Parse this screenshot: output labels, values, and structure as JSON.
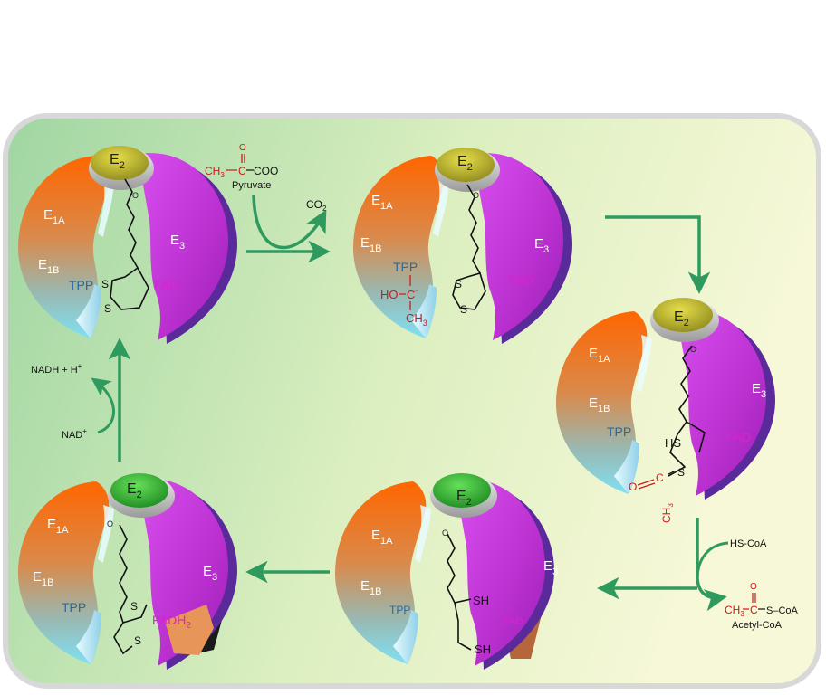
{
  "labels": {
    "e1a": "E",
    "e1a_sub": "1A",
    "e1b": "E",
    "e1b_sub": "1B",
    "e2": "E",
    "e2_sub": "2",
    "e3": "E",
    "e3_sub": "3",
    "tpp": "TPP",
    "fad": "FAD",
    "fadh2": "FADH",
    "fadh2_sub": "2",
    "sh": "SH",
    "hs": "HS",
    "s": "S",
    "o": "O"
  },
  "reactants": {
    "pyruvate_name": "Pyruvate",
    "pyruvate_ch3": "CH",
    "pyruvate_ch3_sub": "3",
    "pyruvate_c": "C",
    "pyruvate_coo": "COO",
    "pyruvate_charge": "-",
    "co2": "CO",
    "co2_sub": "2",
    "hs_coa": "HS-CoA",
    "acetyl_coa_name": "Acetyl-CoA",
    "acetyl_ch3": "CH",
    "acetyl_ch3_sub": "3",
    "acetyl_c": "C",
    "acetyl_scoa": "S–CoA",
    "nad": "NAD",
    "nad_charge": "+",
    "nadh": "NADH + H",
    "nadh_charge": "+",
    "hydroxyethyl_ho": "HO",
    "hydroxyethyl_c": "C",
    "hydroxyethyl_charge": "-",
    "hydroxyethyl_ch3": "CH",
    "hydroxyethyl_ch3_sub": "3",
    "acetyl_group_o": "O",
    "acetyl_group_c": "C",
    "acetyl_group_ch3": "CH",
    "acetyl_group_ch3_sub": "3"
  },
  "colors": {
    "e1_top": "#ff6a00",
    "e1_bottom": "#7fd8ee",
    "e2_oxidized": "#c7c12a",
    "e2_reduced": "#3cc23a",
    "e3": "#c63ad8",
    "e3_edge": "#5a2a9a",
    "fadh2_patch": "#e8955a",
    "arrow": "#2e9a5e",
    "red_text": "#cc1a1a",
    "tpp_text": "#2a6a9a",
    "fad_text": "#dd22cc"
  }
}
